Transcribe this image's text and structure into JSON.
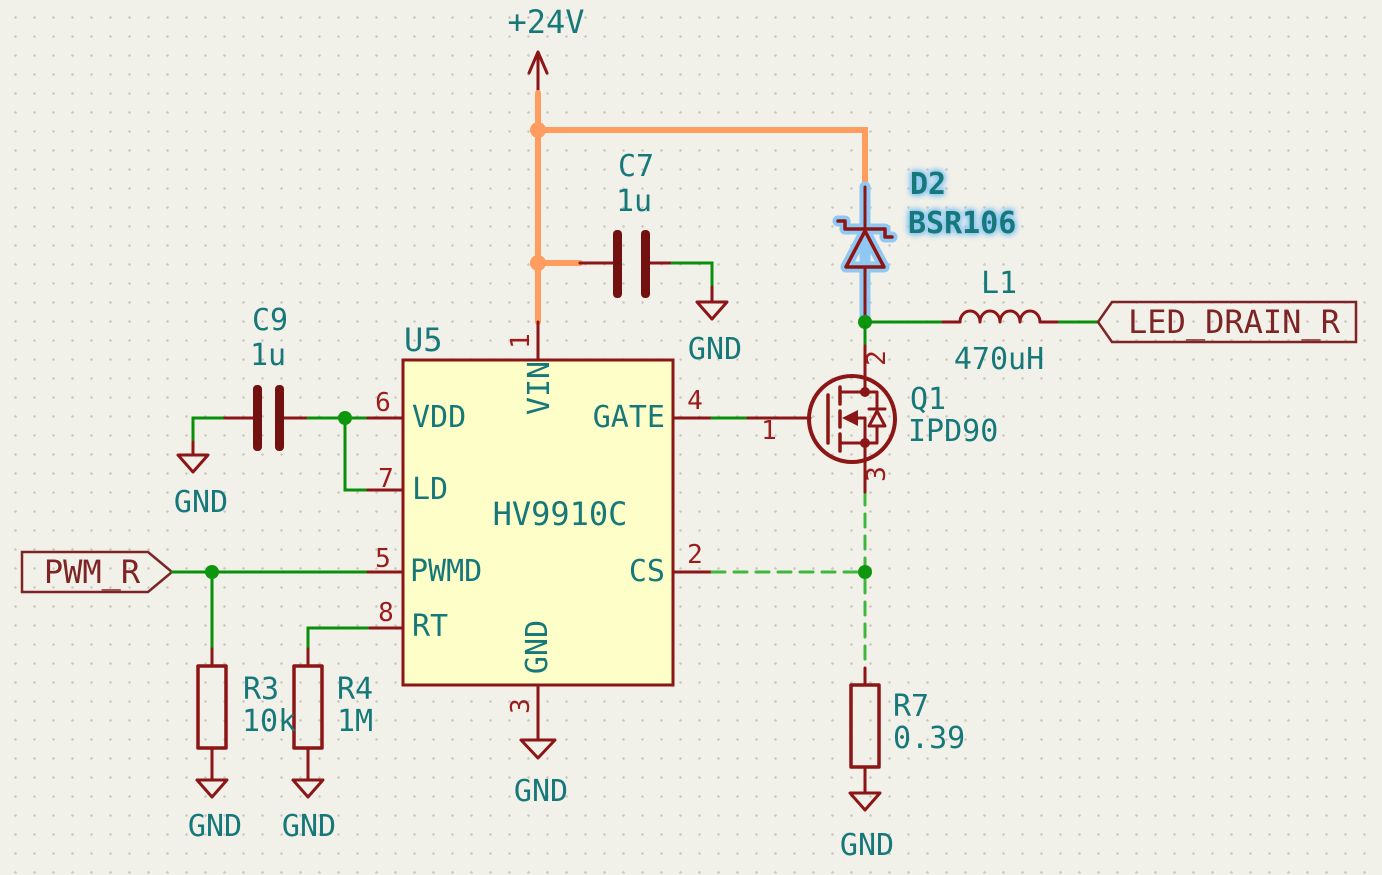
{
  "schematic": {
    "power_label": "+24V",
    "gnd_label": "GND",
    "net_labels": {
      "pwm": "PWM_R",
      "led_drain": "LED_DRAIN_R"
    },
    "components": {
      "u5": {
        "ref": "U5",
        "value": "HV9910C",
        "pins": [
          {
            "num": "1",
            "name": "VIN"
          },
          {
            "num": "6",
            "name": "VDD"
          },
          {
            "num": "7",
            "name": "LD"
          },
          {
            "num": "5",
            "name": "PWMD"
          },
          {
            "num": "8",
            "name": "RT"
          },
          {
            "num": "4",
            "name": "GATE"
          },
          {
            "num": "2",
            "name": "CS"
          },
          {
            "num": "3",
            "name": "GND"
          }
        ]
      },
      "c7": {
        "ref": "C7",
        "value": "1u"
      },
      "c9": {
        "ref": "C9",
        "value": "1u"
      },
      "r3": {
        "ref": "R3",
        "value": "10k"
      },
      "r4": {
        "ref": "R4",
        "value": "1M"
      },
      "r7": {
        "ref": "R7",
        "value": "0.39"
      },
      "l1": {
        "ref": "L1",
        "value": "470uH"
      },
      "d2": {
        "ref": "D2",
        "value": "BSR106"
      },
      "q1": {
        "ref": "Q1",
        "value": "IPD90",
        "pins": {
          "gate": "1",
          "drain": "2",
          "source": "3"
        }
      }
    },
    "colors": {
      "background": "#F1F0E9",
      "grid_dot": "#C9C9C1",
      "field_text": "#17787A",
      "symbol_outline": "#8C1616",
      "cap_plate": "#731111",
      "pin_number": "#9C1C1C",
      "hier_label": "#7D2424",
      "wire_green": "#0A8F0A",
      "junction_green": "#0F960F",
      "wire_dashed": "#3DB83D",
      "wire_power": "#FF9C5F",
      "ic_fill": "#FDFEC8",
      "selection_highlight": "#8FC8F2"
    }
  }
}
